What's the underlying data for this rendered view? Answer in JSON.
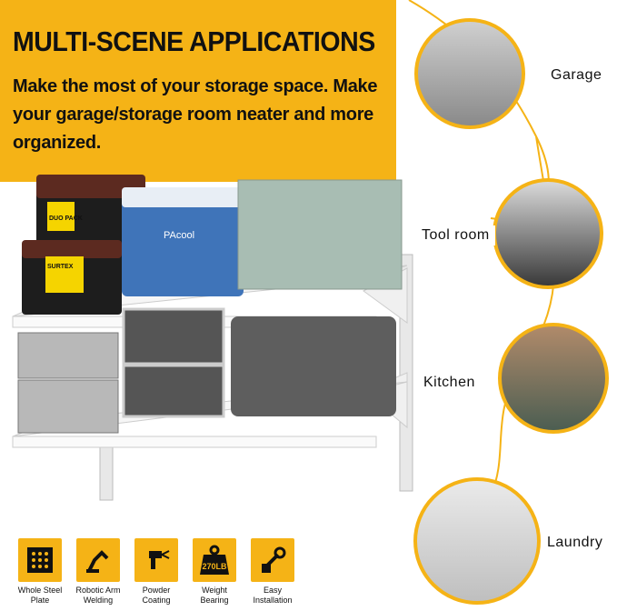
{
  "banner": {
    "title": "MULTI-SCENE APPLICATIONS",
    "subtitle": "Make the most of your storage space. Make your garage/storage room neater and more organized."
  },
  "product_labels": {
    "box1_brand": "DUO PACK",
    "box2_brand": "SURTEX",
    "cooler_brand": "PAcool"
  },
  "scenes": [
    {
      "label": "Garage"
    },
    {
      "label": "Tool room"
    },
    {
      "label": "Kitchen"
    },
    {
      "label": "Laundry"
    }
  ],
  "features": [
    {
      "icon": "steel-plate-icon",
      "label": "Whole Steel Plate"
    },
    {
      "icon": "robotic-arm-icon",
      "label": "Robotic Arm Welding"
    },
    {
      "icon": "spray-gun-icon",
      "label": "Powder Coating"
    },
    {
      "icon": "weight-icon",
      "label": "Weight Bearing",
      "badge": "270LB"
    },
    {
      "icon": "wrench-hand-icon",
      "label": "Easy Installation"
    }
  ],
  "colors": {
    "accent": "#f5b316",
    "text": "#111111"
  }
}
